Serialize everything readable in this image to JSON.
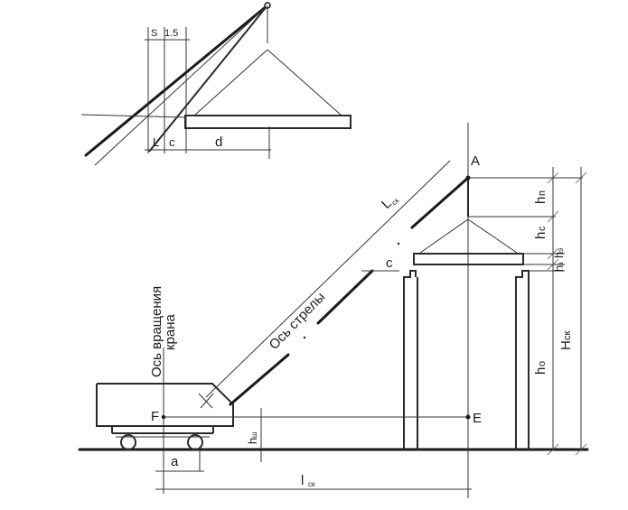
{
  "labels": {
    "s": "S",
    "s_value": "1.5",
    "L": "L",
    "c_top": "c",
    "d": "d",
    "A": "A",
    "L_ck_main": "L",
    "L_ck_sub": "ск",
    "c_mid": "c",
    "h_n_main": "h",
    "h_n_sub": "п",
    "h_c_main": "h",
    "h_c_sub": "c",
    "h_z_main": "h",
    "h_z_sub": "з",
    "h_e_main": "h",
    "h_e_sub": "э",
    "H_ck_main": "H",
    "H_ck_sub": "ск",
    "h_o_main": "h",
    "h_o_sub": "о",
    "boom_axis": "Ось стрелы",
    "rotation_axis_1": "Ось вращения",
    "rotation_axis_2": "крана",
    "F": "F",
    "E": "E",
    "h_sh_main": "h",
    "h_sh_sub": "ш",
    "a": "a",
    "l_ck_main": "l",
    "l_ck_sub": "ск"
  },
  "colors": {
    "ink": "#1a1a1a",
    "background": "#ffffff"
  }
}
